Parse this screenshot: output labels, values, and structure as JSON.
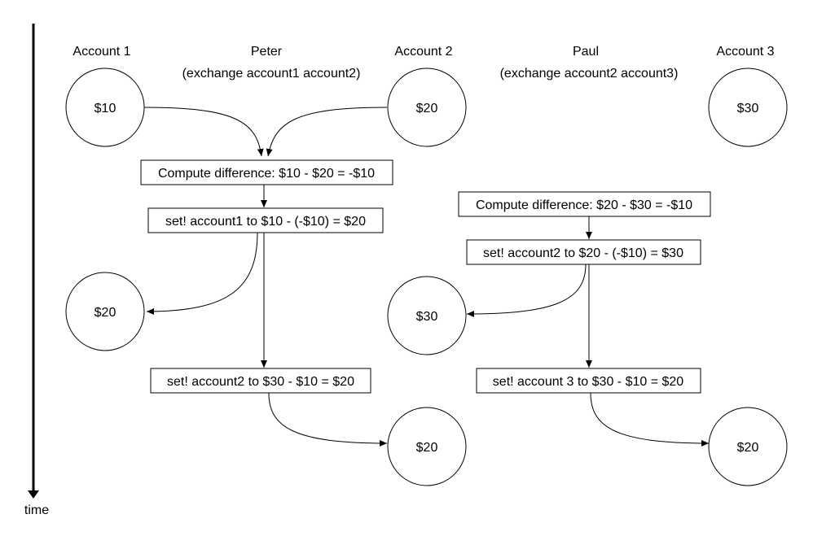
{
  "headers": {
    "account1": "Account 1",
    "peter": "Peter",
    "peter_call": "(exchange account1 account2)",
    "account2": "Account 2",
    "paul": "Paul",
    "paul_call": "(exchange account2 account3)",
    "account3": "Account 3"
  },
  "circles": {
    "acc1_start": "$10",
    "acc2_start": "$20",
    "acc3_start": "$30",
    "acc1_after": "$20",
    "acc2_after_paul": "$30",
    "acc2_after_peter": "$20",
    "acc3_after": "$20"
  },
  "boxes": {
    "peter_diff": "Compute difference: $10 - $20 = -$10",
    "peter_set1": "set! account1 to $10 - (-$10) = $20",
    "peter_set2": "set! account2 to $30 - $10 = $20",
    "paul_diff": "Compute difference: $20 - $30 = -$10",
    "paul_set2": "set! account2 to $20 - (-$10) = $30",
    "paul_set3": "set! account 3 to $30 - $10 = $20"
  },
  "time_label": "time"
}
